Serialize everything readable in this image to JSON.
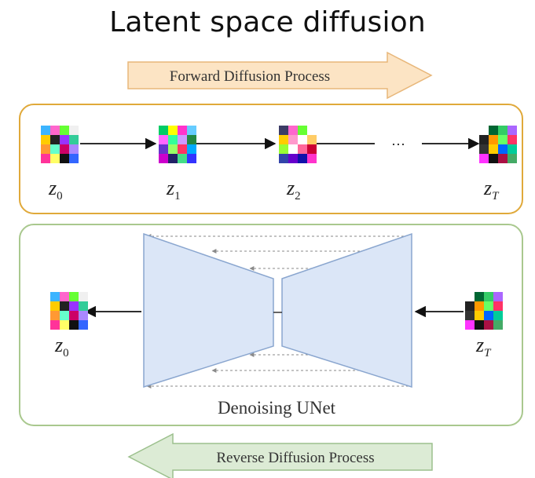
{
  "title": "Latent space diffusion",
  "forward_label": "Forward Diffusion Process",
  "reverse_label": "Reverse Diffusion Process",
  "unet_label": "Denoising UNet",
  "ellipsis": "···",
  "forward_nodes": [
    {
      "sym": "z",
      "sub": "0"
    },
    {
      "sym": "z",
      "sub": "1"
    },
    {
      "sym": "z",
      "sub": "2"
    },
    {
      "sym": "z",
      "sub": "T"
    }
  ],
  "reverse_nodes": [
    {
      "sym": "z",
      "sub": "0"
    },
    {
      "sym": "z",
      "sub": "T"
    }
  ],
  "colors": {
    "forward_arrow_fill": "#fce4c4",
    "forward_arrow_stroke": "#e8b77a",
    "forward_box_stroke": "#e0a93a",
    "reverse_arrow_fill": "#dcebd5",
    "reverse_arrow_stroke": "#9cc08d",
    "reverse_box_stroke": "#a9c88e",
    "unet_fill": "#dbe6f7",
    "unet_stroke": "#8aa6cf"
  },
  "latent_grids": {
    "z0": [
      "#3cb4ff",
      "#ff66cc",
      "#66ff33",
      "#f0f0f0",
      "#ffcc00",
      "#222222",
      "#9933ff",
      "#33cc99",
      "#ff9933",
      "#66ffcc",
      "#cc0066",
      "#aa88ff",
      "#ff3399",
      "#ffff66",
      "#111111",
      "#3366ff"
    ],
    "z1": [
      "#00cc66",
      "#ffff00",
      "#ff33cc",
      "#66ccff",
      "#ff66ff",
      "#33ff99",
      "#cc99ff",
      "#228844",
      "#6633cc",
      "#99ff66",
      "#ff3366",
      "#00aaff",
      "#cc00cc",
      "#222266",
      "#44dd88",
      "#3333ff"
    ],
    "z2": [
      "#3c3c66",
      "#ff66cc",
      "#66ff33",
      "#ffffff",
      "#ffcc00",
      "#ff99cc",
      "#ffffff",
      "#ffcc66",
      "#99ff33",
      "#ffffff",
      "#ff6699",
      "#cc0033",
      "#3344aa",
      "#6600cc",
      "#1111aa",
      "#ff33cc"
    ],
    "zT": [
      "#ffffff",
      "#006633",
      "#33cc66",
      "#aa66ff",
      "#222222",
      "#ff9900",
      "#66ff66",
      "#ff3366",
      "#333333",
      "#ffcc00",
      "#0066ff",
      "#00cc99",
      "#ff33ff",
      "#111111",
      "#aa1144",
      "#44aa66"
    ]
  }
}
